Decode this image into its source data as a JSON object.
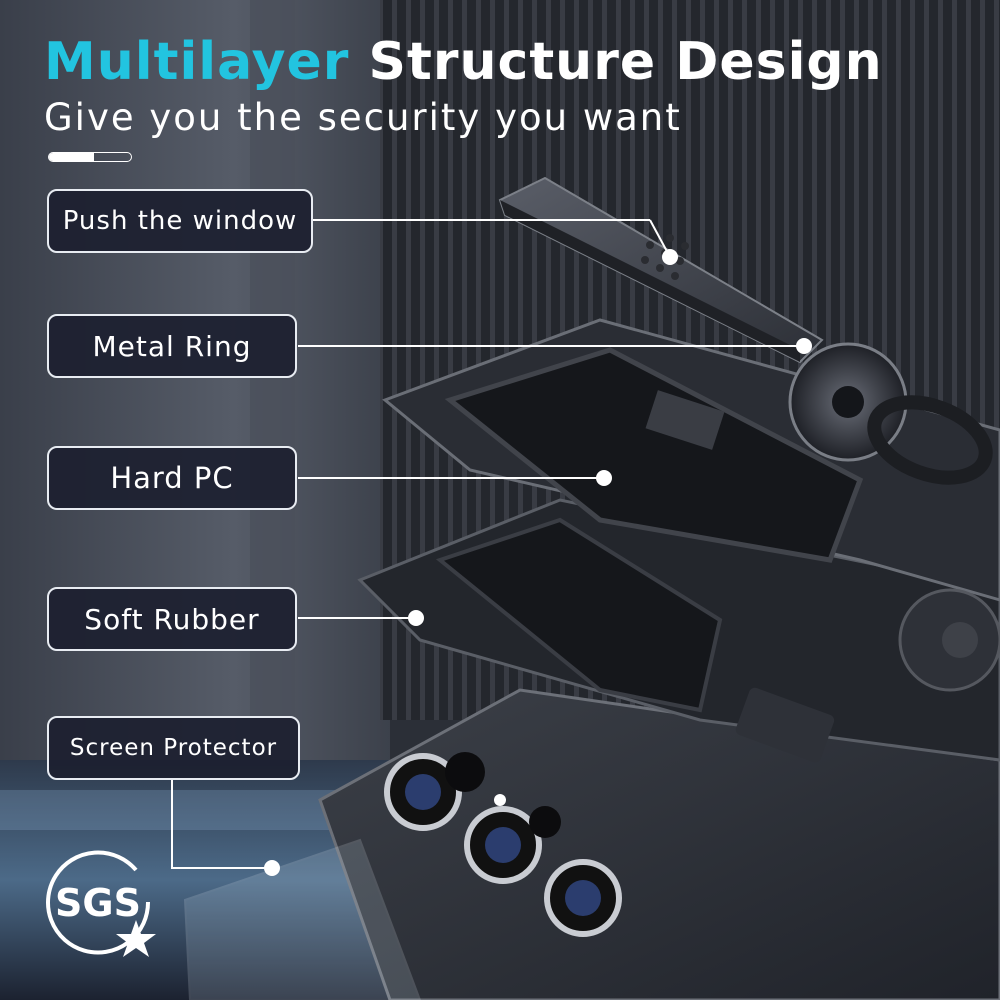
{
  "header": {
    "title_accent": "Multilayer",
    "title_main": "Structure Design",
    "subtitle": "Give you the security you want",
    "progress_fraction": 0.55
  },
  "layers": [
    {
      "id": "push-window",
      "label": "Push the window"
    },
    {
      "id": "metal-ring",
      "label": "Metal Ring"
    },
    {
      "id": "hard-pc",
      "label": "Hard PC"
    },
    {
      "id": "soft-rubber",
      "label": "Soft Rubber"
    },
    {
      "id": "screen-protector",
      "label": "Screen Protector"
    }
  ],
  "badge": {
    "text": "SGS"
  },
  "colors": {
    "accent": "#22c4e0",
    "label_bg": "#1c2030",
    "label_border": "#e8ecf2",
    "background": "#2a2e36"
  }
}
